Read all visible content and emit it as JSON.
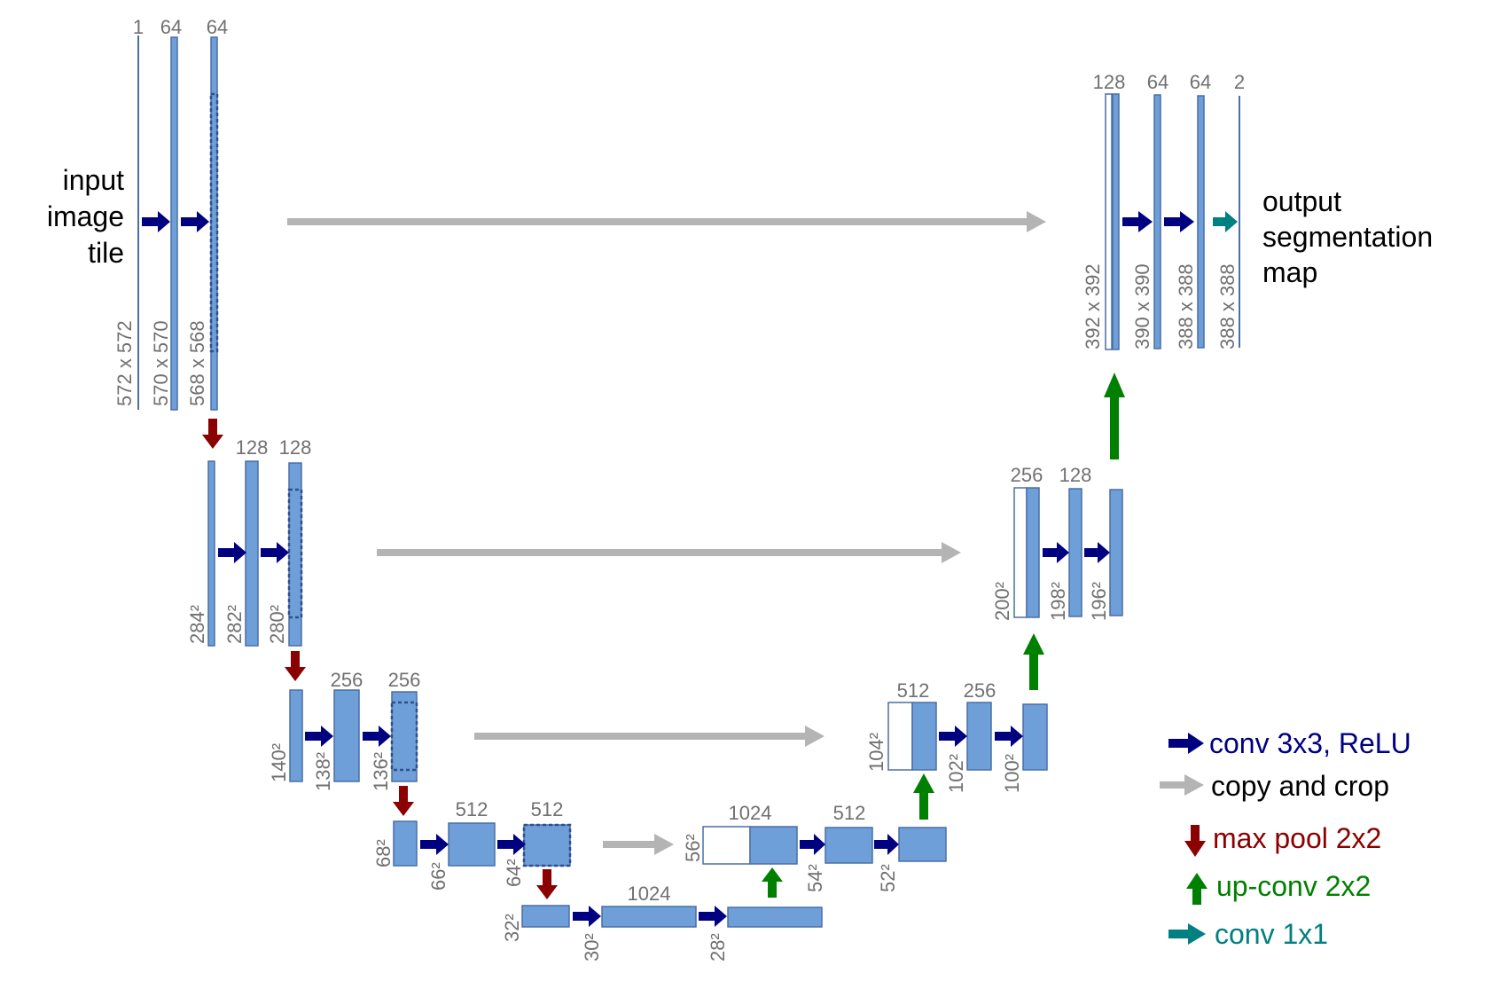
{
  "colors": {
    "block_fill": "#6f9fd8",
    "block_stroke": "#4a6fa5",
    "conv3x3": "#000080",
    "copy_crop": "#b4b4b4",
    "maxpool": "#8b0000",
    "upconv": "#008000",
    "conv1x1": "#008080",
    "label": "#707070"
  },
  "diagram": {
    "input_label": [
      "input",
      "image",
      "tile"
    ],
    "output_label": [
      "output",
      "segmentation",
      "map"
    ],
    "levels": [
      {
        "channels": [
          "1",
          "64",
          "64"
        ],
        "sizes": [
          "572 x 572",
          "570 x 570",
          "568 x 568"
        ]
      },
      {
        "channels": [
          "128",
          "128"
        ],
        "sizes": [
          "284²",
          "282²",
          "280²"
        ]
      },
      {
        "channels": [
          "256",
          "256"
        ],
        "sizes": [
          "140²",
          "138²",
          "136²"
        ]
      },
      {
        "channels": [
          "512",
          "512"
        ],
        "sizes": [
          "68²",
          "66²",
          "64²"
        ]
      },
      {
        "channels": [
          "1024"
        ],
        "sizes": [
          "32²",
          "30²",
          "28²"
        ]
      }
    ],
    "decoder": [
      {
        "channels": [
          "1024",
          "512"
        ],
        "sizes": [
          "56²",
          "54²",
          "52²"
        ]
      },
      {
        "channels": [
          "512",
          "256"
        ],
        "sizes": [
          "104²",
          "102²",
          "100²"
        ]
      },
      {
        "channels": [
          "256",
          "128"
        ],
        "sizes": [
          "200²",
          "198²",
          "196²"
        ]
      },
      {
        "channels": [
          "128",
          "64",
          "64",
          "2"
        ],
        "sizes": [
          "392 x 392",
          "390 x 390",
          "388 x 388",
          "388 x 388"
        ]
      }
    ]
  },
  "legend": [
    {
      "label": "conv 3x3, ReLU",
      "icon": "arrow-right-icon"
    },
    {
      "label": "copy and crop",
      "icon": "arrow-right-icon"
    },
    {
      "label": "max pool 2x2",
      "icon": "arrow-down-icon"
    },
    {
      "label": "up-conv 2x2",
      "icon": "arrow-up-icon"
    },
    {
      "label": "conv 1x1",
      "icon": "arrow-right-icon"
    }
  ]
}
